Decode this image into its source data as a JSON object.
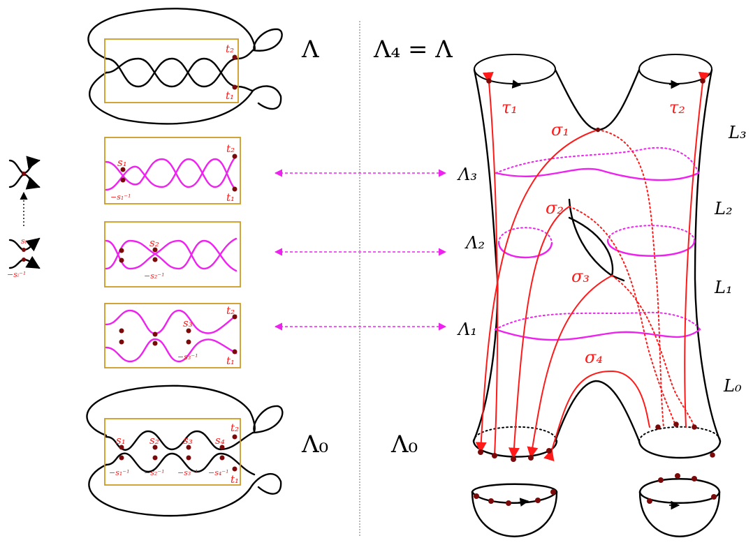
{
  "left": {
    "top_knot_label": "Λ",
    "bottom_knot_label": "Λ₀",
    "t1": "t₁",
    "t2": "t₂",
    "box1": {
      "s": "s₁",
      "ns": "−s₁⁻¹"
    },
    "box2": {
      "s": "s₂",
      "ns": "−s₂⁻¹"
    },
    "box3": {
      "s": "s₃",
      "ns": "−s₃⁻¹"
    },
    "bottom_s": [
      "s₁",
      "s₂",
      "s₃",
      "s₄"
    ],
    "bottom_ns": [
      "−s₁⁻¹",
      "−s₂⁻¹",
      "−s₃⁻¹",
      "−s₄⁻¹"
    ],
    "legend": {
      "s": "sᵢ",
      "ns": "−sᵢ⁻¹"
    }
  },
  "right": {
    "top_label": "Λ₄ = Λ",
    "bottom_label": "Λ₀",
    "slices": [
      "Λ₃",
      "Λ₂",
      "Λ₁"
    ],
    "levels": [
      "L₃",
      "L₂",
      "L₁",
      "L₀"
    ],
    "tau": [
      "τ₁",
      "τ₂"
    ],
    "sigma": [
      "σ₁",
      "σ₂",
      "σ₃",
      "σ₄"
    ]
  },
  "colors": {
    "knot": "#000000",
    "slice": "#ee22ee",
    "chord": "#ff1a1a",
    "box": "#cc9922",
    "marker": "#7a0a0a"
  }
}
